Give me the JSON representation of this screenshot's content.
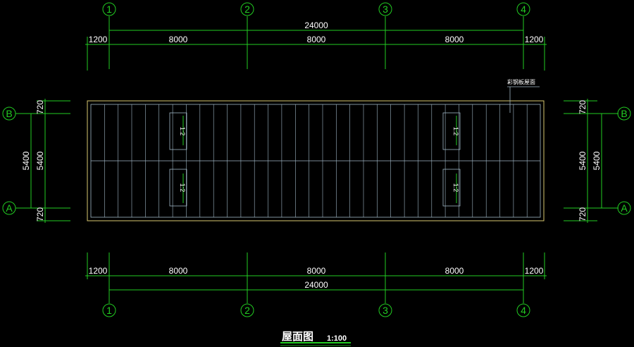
{
  "grid": {
    "col_labels": [
      "1",
      "2",
      "3",
      "4"
    ],
    "row_labels": [
      "B",
      "A"
    ]
  },
  "dims": {
    "overall": "24000",
    "overhang": "1200",
    "bay": "8000",
    "span": "5400",
    "edge": "720"
  },
  "roof": {
    "material_note": "彩钢板屋面",
    "slope": "1:2"
  },
  "title": {
    "text": "屋面图",
    "scale": "1:100"
  },
  "colors": {
    "background": "#000000",
    "dimension_line": "#22cc22",
    "roof_lines": "#9fb7c6",
    "outline": "#d8c870",
    "text": "#ffffff"
  }
}
